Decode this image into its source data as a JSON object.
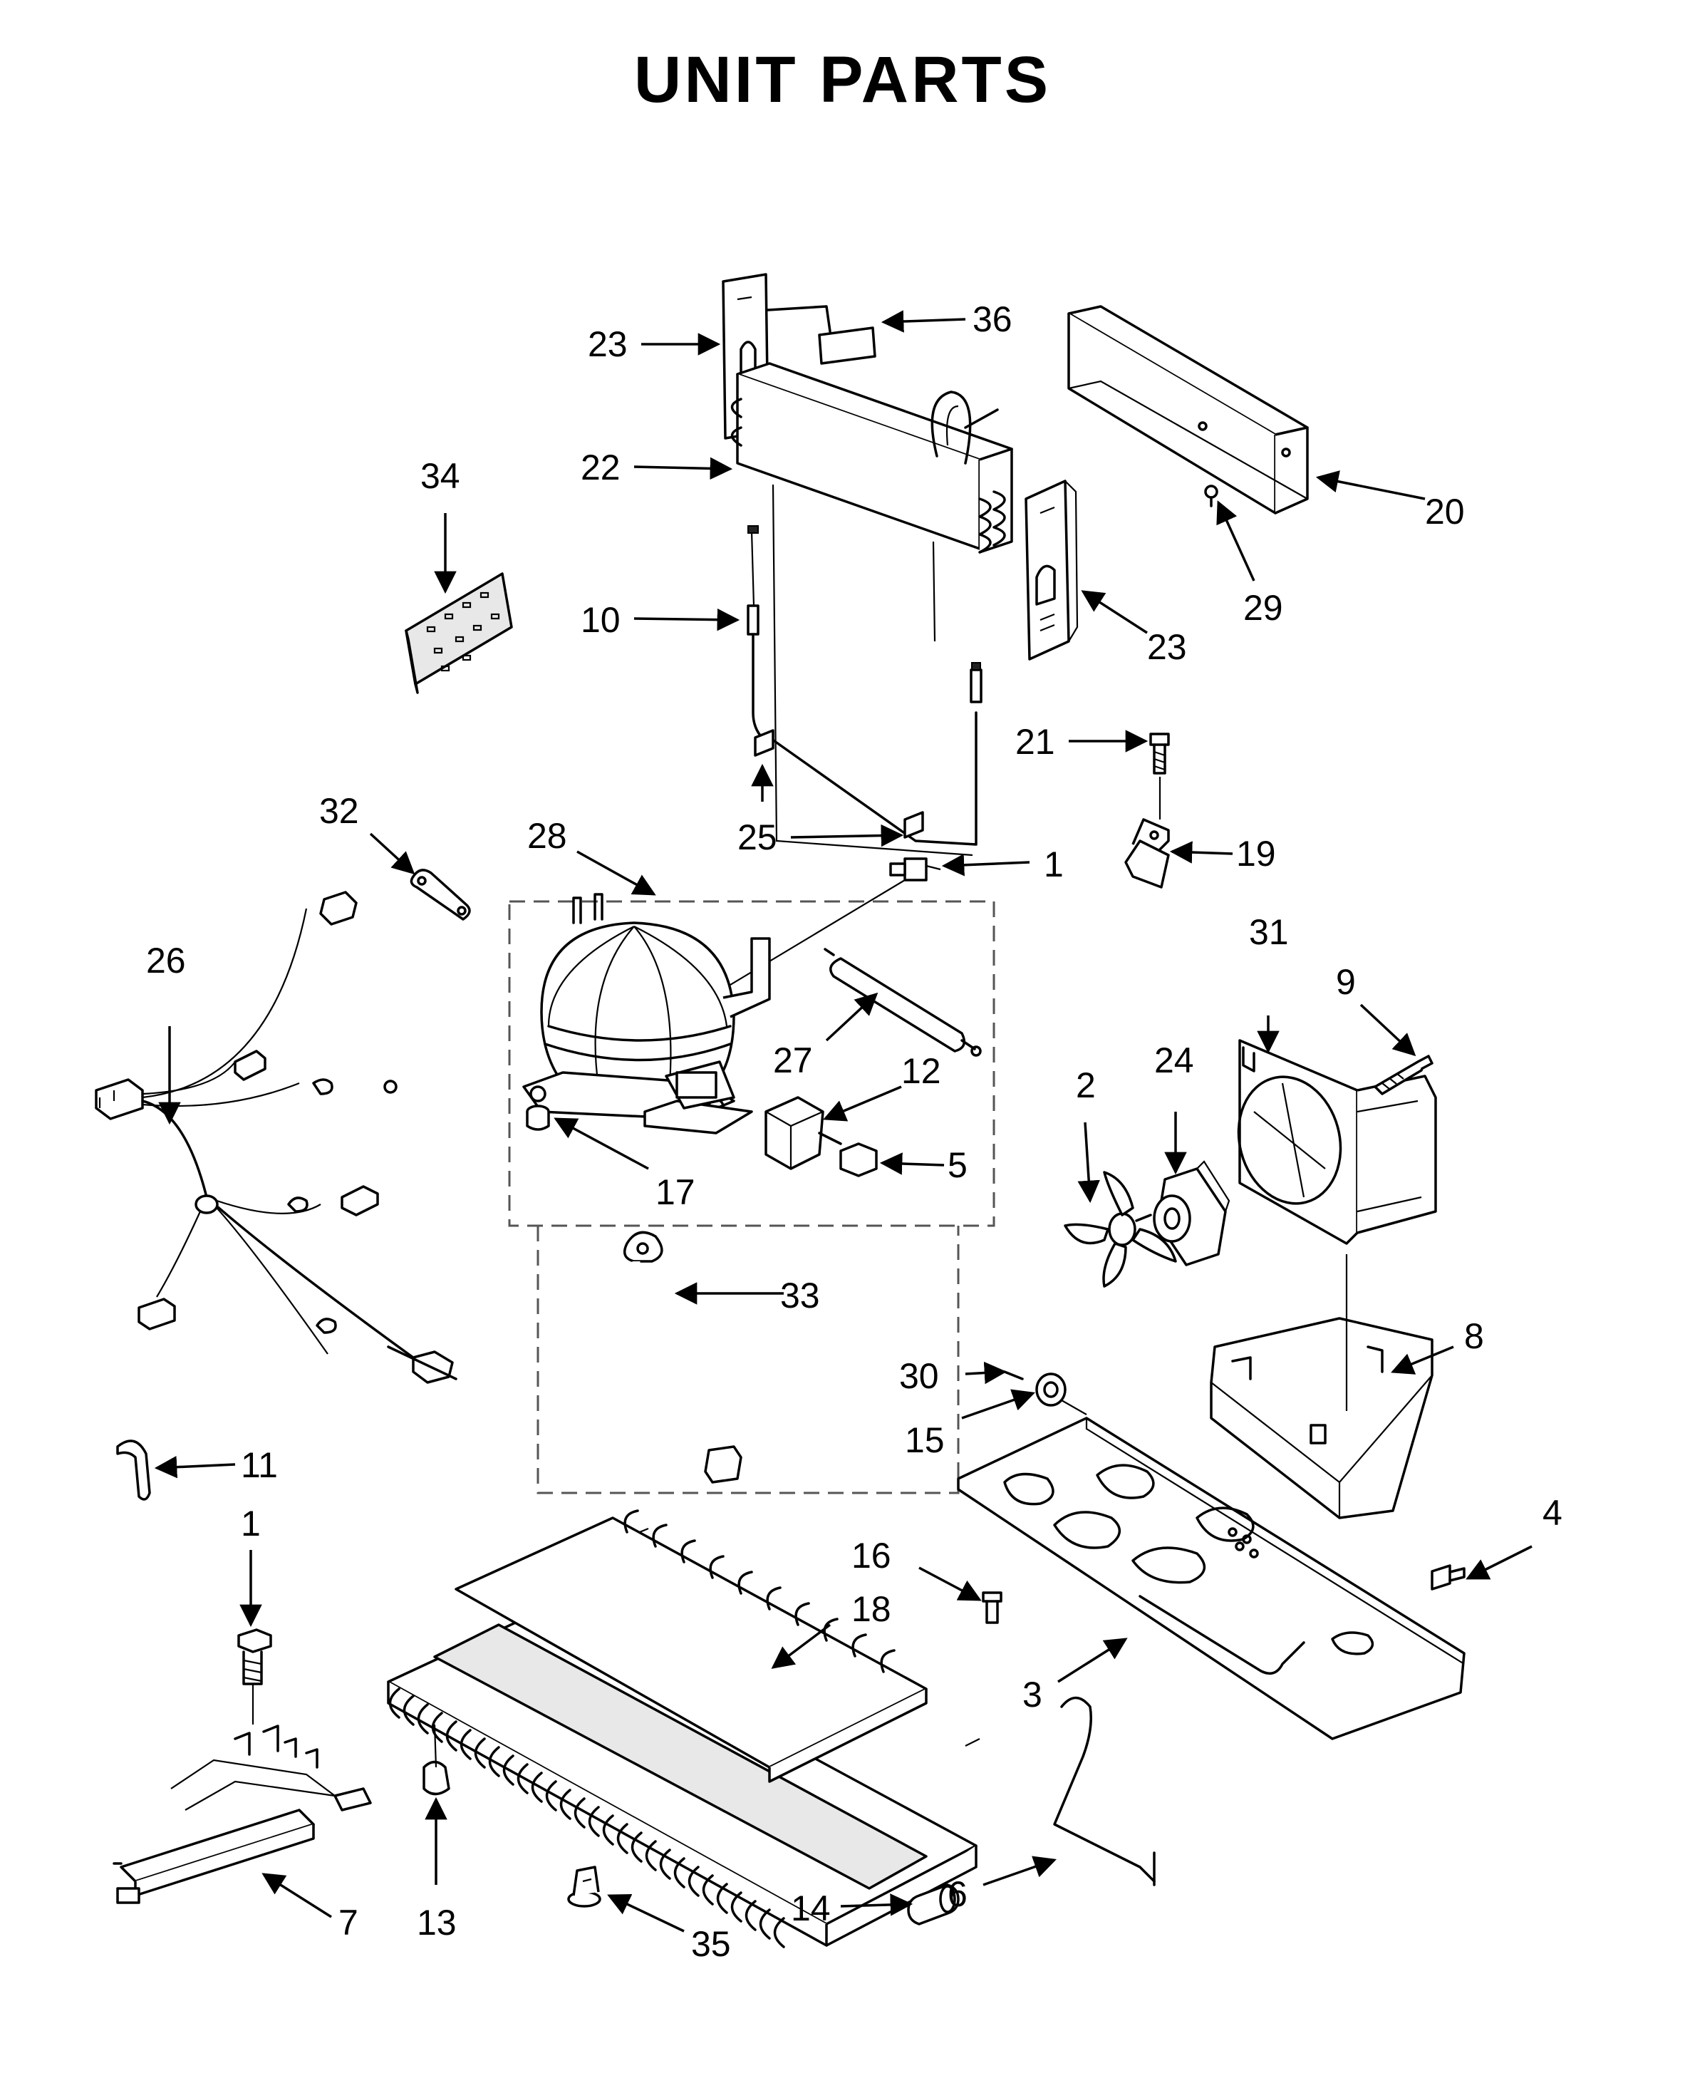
{
  "title": "UNIT PARTS",
  "callouts": [
    {
      "id": "c1a",
      "label": "1"
    },
    {
      "id": "c1b",
      "label": "1"
    },
    {
      "id": "c2",
      "label": "2"
    },
    {
      "id": "c3",
      "label": "3"
    },
    {
      "id": "c4",
      "label": "4"
    },
    {
      "id": "c5",
      "label": "5"
    },
    {
      "id": "c6",
      "label": "6"
    },
    {
      "id": "c7",
      "label": "7"
    },
    {
      "id": "c8",
      "label": "8"
    },
    {
      "id": "c9",
      "label": "9"
    },
    {
      "id": "c10",
      "label": "10"
    },
    {
      "id": "c11",
      "label": "11"
    },
    {
      "id": "c12",
      "label": "12"
    },
    {
      "id": "c13",
      "label": "13"
    },
    {
      "id": "c14",
      "label": "14"
    },
    {
      "id": "c15",
      "label": "15"
    },
    {
      "id": "c16",
      "label": "16"
    },
    {
      "id": "c17",
      "label": "17"
    },
    {
      "id": "c18",
      "label": "18"
    },
    {
      "id": "c19",
      "label": "19"
    },
    {
      "id": "c20",
      "label": "20"
    },
    {
      "id": "c21",
      "label": "21"
    },
    {
      "id": "c22",
      "label": "22"
    },
    {
      "id": "c23a",
      "label": "23"
    },
    {
      "id": "c23b",
      "label": "23"
    },
    {
      "id": "c24",
      "label": "24"
    },
    {
      "id": "c25",
      "label": "25"
    },
    {
      "id": "c26",
      "label": "26"
    },
    {
      "id": "c27",
      "label": "27"
    },
    {
      "id": "c28",
      "label": "28"
    },
    {
      "id": "c29",
      "label": "29"
    },
    {
      "id": "c30",
      "label": "30"
    },
    {
      "id": "c31",
      "label": "31"
    },
    {
      "id": "c32",
      "label": "32"
    },
    {
      "id": "c33",
      "label": "33"
    },
    {
      "id": "c34",
      "label": "34"
    },
    {
      "id": "c35",
      "label": "35"
    },
    {
      "id": "c36",
      "label": "36"
    }
  ]
}
